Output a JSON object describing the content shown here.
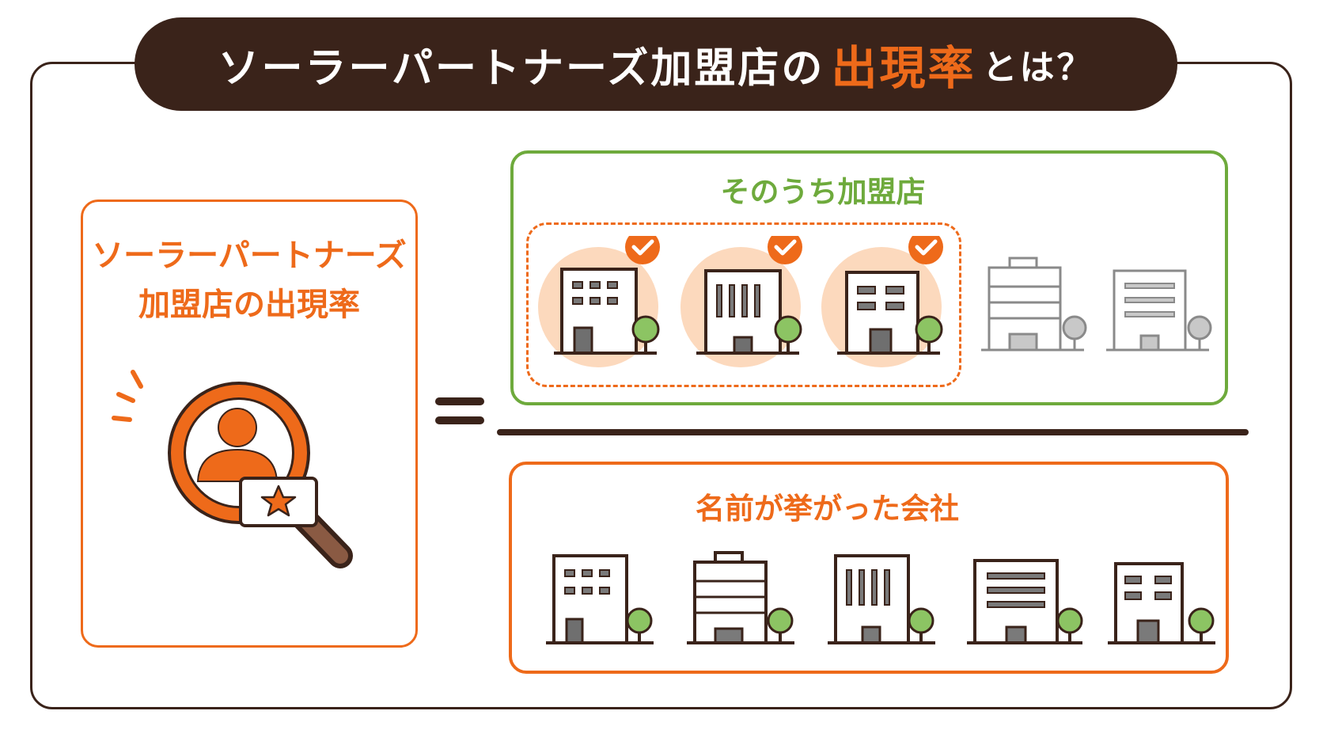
{
  "title": {
    "part1": "ソーラーパートナーズ加盟店の",
    "highlight": "出現率",
    "part2": "とは？"
  },
  "left_panel": {
    "line1": "ソーラーパートナーズ",
    "line2": "加盟店の出現率",
    "icon": "magnifier-person-star-icon"
  },
  "numerator": {
    "label": "そのうち加盟店",
    "member_count": 3,
    "total_shown": 5,
    "icons": [
      "office-building-icon",
      "office-building-icon",
      "office-building-icon",
      "office-building-icon",
      "office-building-icon"
    ],
    "check_icon": "check-badge-icon"
  },
  "denominator": {
    "label": "名前が挙がった会社",
    "count": 5,
    "icons": [
      "office-building-icon",
      "office-building-icon",
      "office-building-icon",
      "office-building-icon",
      "office-building-icon"
    ]
  },
  "colors": {
    "dark": "#3a231a",
    "orange": "#ee6a1a",
    "green": "#6eaa3c",
    "peach": "#fcd9bd",
    "gray": "#8a8a8a",
    "tree_green": "#8cc463"
  }
}
